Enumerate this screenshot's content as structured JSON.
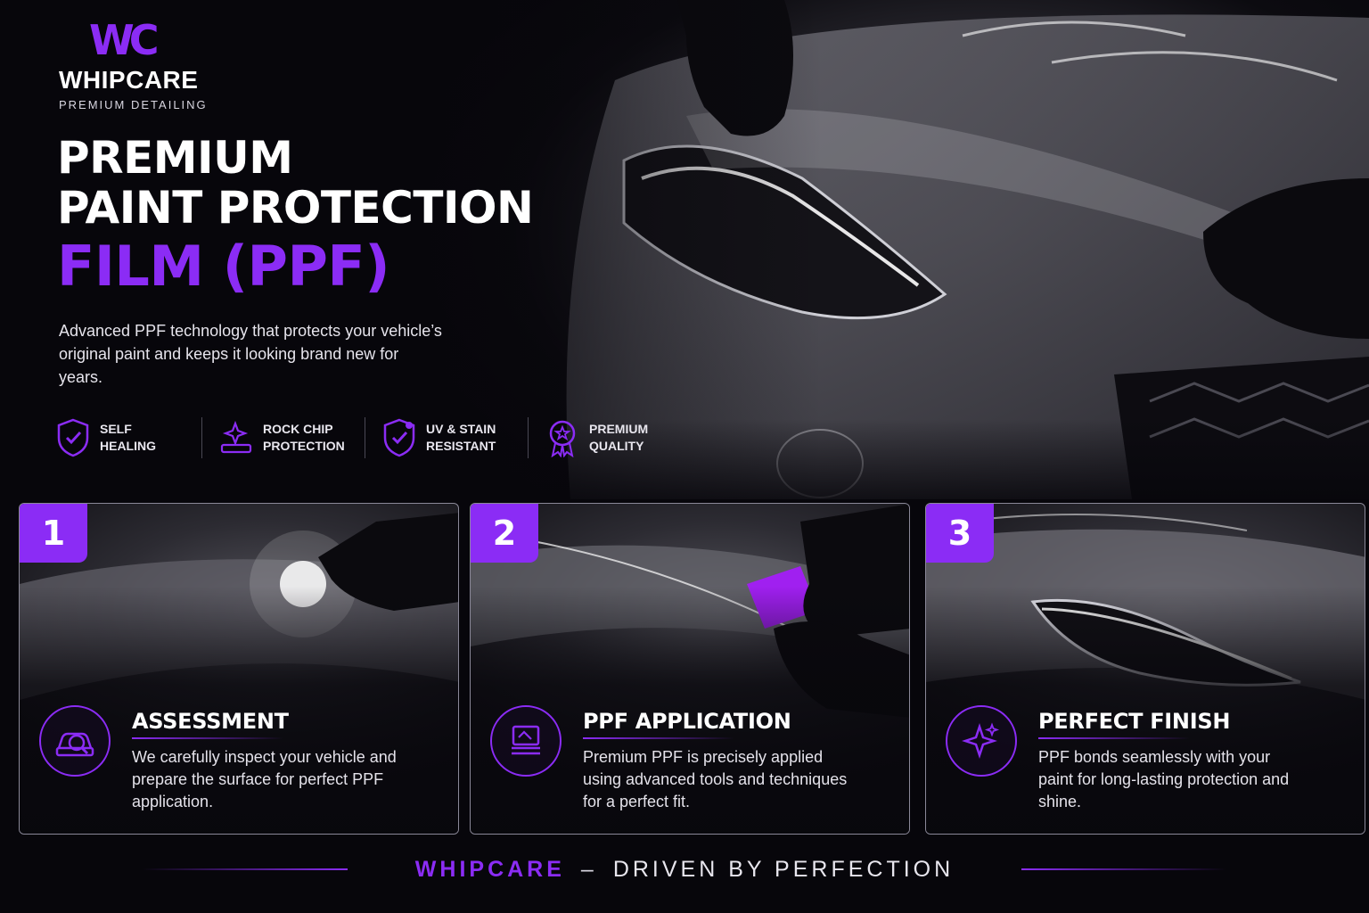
{
  "brand": {
    "mark": "WC",
    "name": "WHIPCARE",
    "tagline": "PREMIUM DETAILING"
  },
  "headline": {
    "line1": "PREMIUM",
    "line2": "PAINT PROTECTION",
    "line3": "FILM (PPF)"
  },
  "intro": "Advanced PPF technology that protects your vehicle’s original paint and keeps it looking brand new for years.",
  "features": [
    {
      "label": "SELF HEALING",
      "icon": "shield-check-icon"
    },
    {
      "label": "ROCK CHIP PROTECTION",
      "icon": "sparkle-surface-icon"
    },
    {
      "label": "UV & STAIN RESISTANT",
      "icon": "shield-check-icon"
    },
    {
      "label": "PREMIUM QUALITY",
      "icon": "award-badge-icon"
    }
  ],
  "steps": [
    {
      "number": "1",
      "title": "ASSESSMENT",
      "description": "We carefully inspect your vehicle and prepare the surface for perfect PPF application.",
      "icon": "car-inspect-icon"
    },
    {
      "number": "2",
      "title": "PPF APPLICATION",
      "description": "Premium PPF is precisely applied using advanced tools and techniques for a perfect fit.",
      "icon": "film-layers-icon"
    },
    {
      "number": "3",
      "title": "PERFECT FINISH",
      "description": "PPF bonds seamlessly with your paint for long-lasting protection and shine.",
      "icon": "sparkle-icon"
    }
  ],
  "footer": {
    "brand": "WHIPCARE",
    "separator": "–",
    "slogan": "DRIVEN BY PERFECTION"
  },
  "colors": {
    "accent": "#8b2cf5",
    "background": "#07060b",
    "text": "#ffffff"
  }
}
